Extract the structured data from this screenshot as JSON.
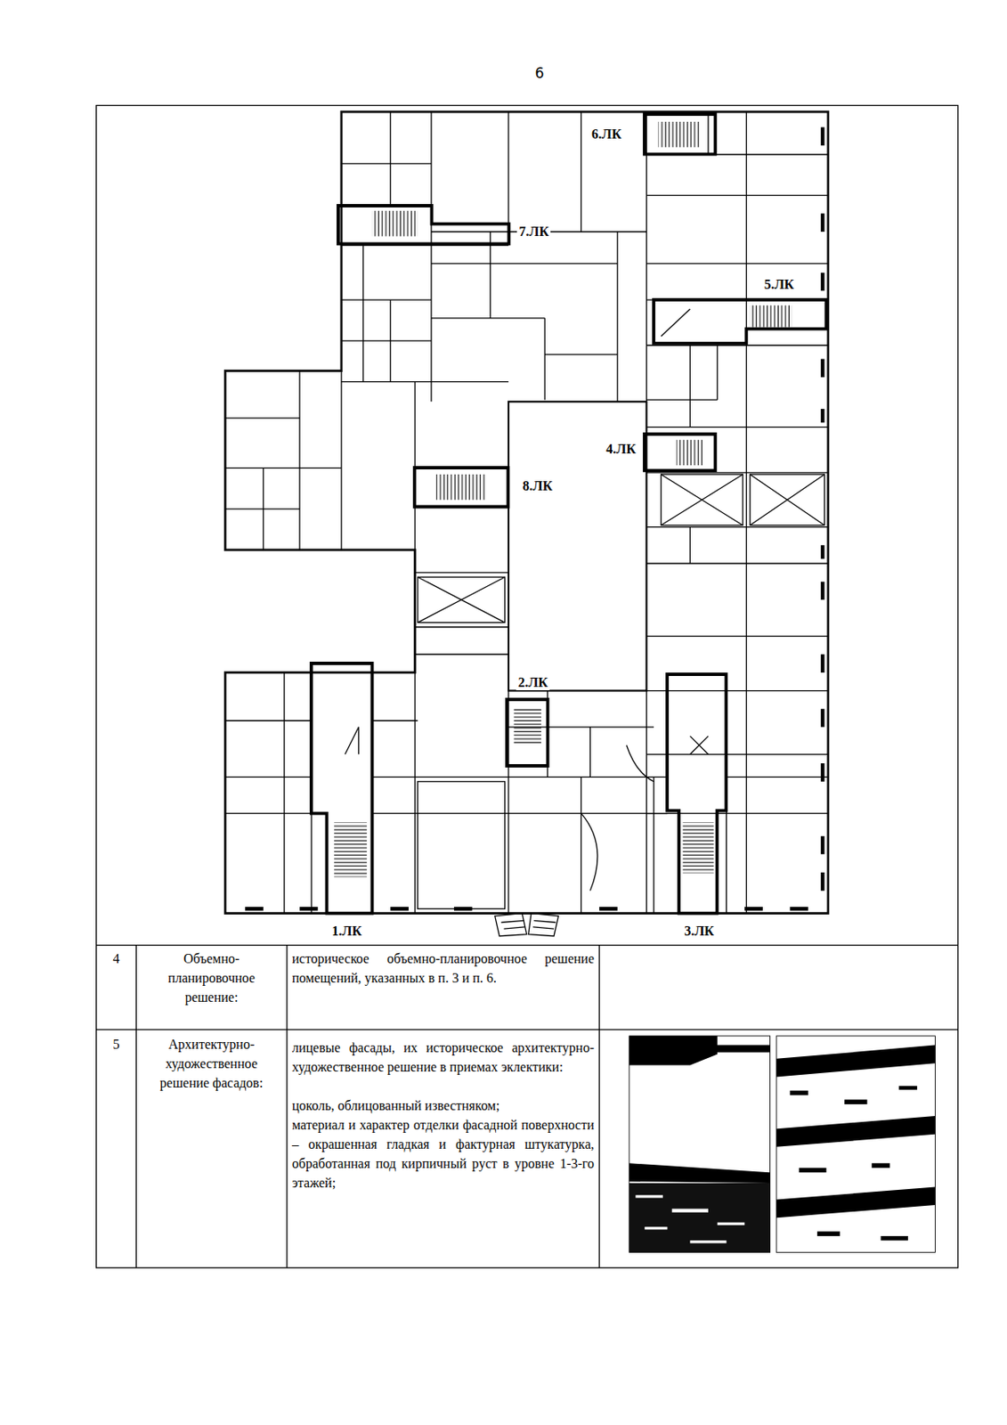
{
  "diagram": {
    "nodes": [
      {
        "text": [
          "6.ЛК"
        ]
      },
      {
        "text": [
          "7.ЛК"
        ]
      },
      {
        "text": [
          "5.ЛК"
        ]
      },
      {
        "text": [
          "4.ЛК"
        ]
      },
      {
        "text": [
          "8.ЛК"
        ]
      },
      {
        "text": [
          "2.ЛК"
        ]
      },
      {
        "text": [
          "1.ЛК"
        ]
      },
      {
        "text": [
          "3.ЛК"
        ]
      }
    ],
    "labels": [
      "6",
      "4",
      "Объемно-планировочное решение:",
      "историческое объемно-планировочное решение помещений, указанных в п. 3 и п. 6.",
      "5",
      "Архитектурно-художественное решение фасадов:",
      "лицевые фасады, их историческое архитектурно-художественное решение в приемах эклектики:",
      "цоколь, облицованный известняком;",
      "материал и характер отделки фасадной поверхности – окрашенная гладкая и фактурная штукатурка, обработанная под кирпичный руст в уровне 1-3-го этажей;"
    ]
  }
}
